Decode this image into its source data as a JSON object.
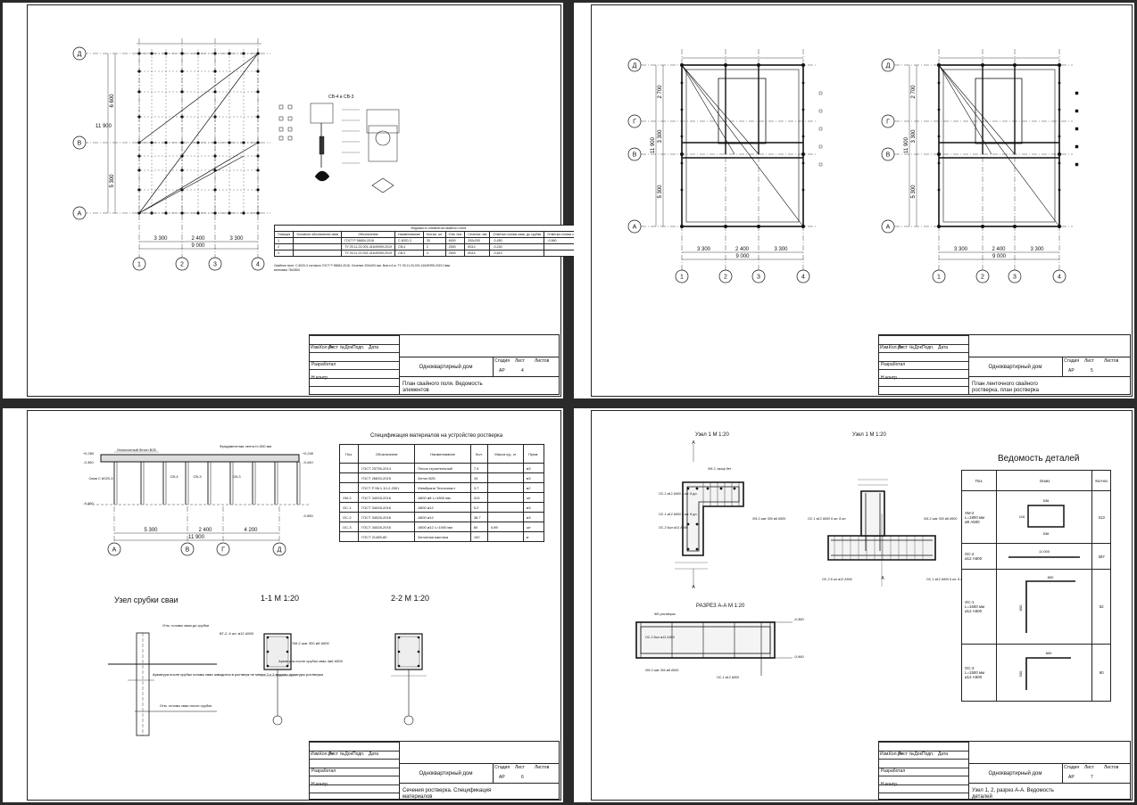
{
  "sheets": {
    "s1": {
      "axes_letters": [
        "Д",
        "В",
        "А"
      ],
      "axes_numbers": [
        "1",
        "2",
        "3",
        "4"
      ],
      "dims_top": [
        "3 300",
        "2 400",
        "3 300"
      ],
      "dim_total": "9 000",
      "dims_left": [
        "6 600",
        "5 300"
      ],
      "dim_left_total": "11 900",
      "detail_title": "СВ-4 и СВ-3",
      "table": {
        "title": "Ведомость элементов свайного поля",
        "headers": [
          "Позиция",
          "Условное обозначение сваи",
          "Обозначение",
          "Наименование",
          "Кол-во, шт",
          "Отм. низ",
          "Сечение, мм",
          "Отметка головы сваи, до срубки",
          "Отметка головы сваи после срубки"
        ],
        "rows": [
          [
            "1",
            "",
            "ГОСТ Р 56654-2016",
            "С 6020-3",
            "30",
            "6000",
            "200х200",
            "-0,450",
            "-0,960"
          ],
          [
            "2",
            "",
            "ТУ 25.11.23-001-41649399-2019",
            "СВ-4",
            "2",
            "2500",
            "Ø114",
            "-0,240",
            ""
          ],
          [
            "3",
            "",
            "ТУ 25.11.23-001-41649399-2019",
            "СВ-3",
            "4",
            "2500",
            "Ø114",
            "-0,810",
            ""
          ]
        ],
        "note": "Свайное поле: С 6020-3 согласно ГОСТ Р 56654-2016. Сечение 200х200 мм. Всего 6 м. ТУ 25.11.23-001-41649399-2019  Сваи винтовые 76х2500"
      },
      "titleblock": {
        "project": "Одноквартирный дом",
        "stage": "АР",
        "sheet": "4",
        "desc": "План свайного поля. Ведомость элементов"
      }
    },
    "s2": {
      "axes_letters": [
        "Д",
        "Г",
        "В",
        "А"
      ],
      "axes_numbers": [
        "1",
        "2",
        "3",
        "4"
      ],
      "plan1_dims": [
        "3 300",
        "2 400",
        "3 300"
      ],
      "plan1_total": "9 000",
      "plan2_dims": [
        "3 300",
        "2 400",
        "3 300"
      ],
      "plan2_total": "9 000",
      "left_dims": [
        "2 700",
        "3 300",
        "5 300"
      ],
      "left_total": "11 900",
      "titleblock": {
        "project": "Одноквартирный дом",
        "stage": "АР",
        "sheet": "5",
        "desc": "План ленточного свайного ростверка, план ростверка"
      }
    },
    "s3": {
      "elev_labels": [
        "+0,260",
        "-0,360",
        "-0,960",
        "-6,460",
        "+0,240",
        "-0,440",
        "-0,960"
      ],
      "axes_letters": [
        "А",
        "В",
        "Г",
        "Д"
      ],
      "elev_dims": [
        "5 300",
        "2 400",
        "4 200"
      ],
      "elev_total": "11 900",
      "callouts": [
        "Монолитный бетон В25",
        "Фундаментная лента h=300 мм",
        "Свая С 6020-3",
        "СВ-4",
        "СВ-3",
        "СВ-3"
      ],
      "spec": {
        "title": "Спецификация материалов на устройство ростверка",
        "headers": [
          "Поз.",
          "Обозначение",
          "Наименование",
          "Кол.",
          "Масса ед., кг",
          "Прим."
        ],
        "rows": [
          [
            "",
            "ГОСТ 23735-2014",
            "Песок строительный",
            "7,4",
            "",
            "м3"
          ],
          [
            "",
            "ГОСТ 26633-2015",
            "Бетон В25",
            "15",
            "",
            "м3"
          ],
          [
            "",
            "ГОСТ Р 56.1.10-2-2001",
            "Мембрана Техноэласт",
            "3.7",
            "",
            "м2"
          ],
          [
            "ХМ-2",
            "ГОСТ 34028-2016",
            "А500 ø8  L=1800 мм",
            "313",
            "",
            "шт"
          ],
          [
            "ОС-1",
            "ГОСТ 34028-2016",
            "А500 ø12",
            "5.2",
            "",
            "м3"
          ],
          [
            "ОС-2",
            "ГОСТ 34028-2016",
            "А500 ø12",
            "38.7",
            "",
            "м3"
          ],
          [
            "ОС-3",
            "ГОСТ 34028-2016",
            "А500 ø12 L=1000 мм",
            "60",
            "0.89",
            "шт"
          ],
          [
            "",
            "ГОСТ 21485-80",
            "Бетонная мастика",
            "100",
            "",
            "кг"
          ]
        ]
      },
      "node_title": "Узел срубки сваи",
      "sec1_title": "1-1 М 1:20",
      "sec2_title": "2-2 М 1:20",
      "node_notes": [
        "Отм. головы сваи до срубки",
        "Арматура после срубки головы сваи заводится в ростверк не менее 1 с 2 видами арматуры ростверка",
        "Отм. головы сваи после срубки"
      ],
      "sec_notes": [
        "ХМ-2 шаг 300 ø8 А500",
        "Арматура после срубки сваи 4ø6 А500",
        "ВГ-2, 6 шт. ø12 А500"
      ],
      "titleblock": {
        "project": "Одноквартирный дом",
        "stage": "АР",
        "sheet": "6",
        "desc": "Сечения ростверка. Спецификация материалов"
      }
    },
    "s4": {
      "node1": "Узел 1  М 1:20",
      "node2": "Узел 1  М 1:20",
      "section": "РАЗРЕЗ А-А  М 1:20",
      "section_elev": [
        "-0,360",
        "-0,960"
      ],
      "node_labels": [
        "ХМ-2, зазор бет",
        "ОС-1 ø12 А500 3 шт. 8 дл.",
        "ОС-1 ø12 А500 6 шт. 8 дл.",
        "ОС-2 6шт ø12 А500",
        "ХМ-2 шаг 300 ø8 А500",
        "ОС-1 ø12 А500 6 шт. 8 шт.",
        "ХМ-2 шаг 300 ø8 А500",
        "ОС-2 6 шт ø12 А500",
        "ОС-1 ø12 А500 6 шт. 8 шт.",
        "ЖБ ростверка",
        "ОС-2 6шт ø12 А500",
        "ХМ-2 шаг 300 ø8 А500",
        "ОС-1 ø12 А500"
      ],
      "parts": {
        "title": "Ведомость деталей",
        "headers": [
          "Поз.",
          "Эскиз",
          "Кол-во"
        ],
        "rows": [
          {
            "pos": "ХМ-2\nL=1800 мм\nø8 А500",
            "qty": "313",
            "dims": [
              "536",
              "536",
              "116"
            ]
          },
          {
            "pos": "ОС-2\nø12 А500",
            "qty": "387",
            "dims": [
              "11 000"
            ]
          },
          {
            "pos": "ОС-1\nL=1600 мм\nø12 А500",
            "qty": "52",
            "dims": [
              "800",
              "800"
            ]
          },
          {
            "pos": "ОС-3\nL=1500 мм\nø12 А500",
            "qty": "60",
            "dims": [
              "800",
              "500"
            ]
          }
        ]
      },
      "titleblock": {
        "project": "Одноквартирный дом",
        "stage": "АР",
        "sheet": "7",
        "desc": "Узел 1, 2, разрез А-А. Ведомость деталей"
      }
    },
    "tb_headers": [
      "Изм.",
      "Кол.уч",
      "Лист",
      "№Док",
      "Подп.",
      "Дата"
    ],
    "tb_roles": [
      "Разработал",
      "Н.контр."
    ],
    "tb_stage_headers": [
      "Стадия",
      "Лист",
      "Листов"
    ]
  }
}
